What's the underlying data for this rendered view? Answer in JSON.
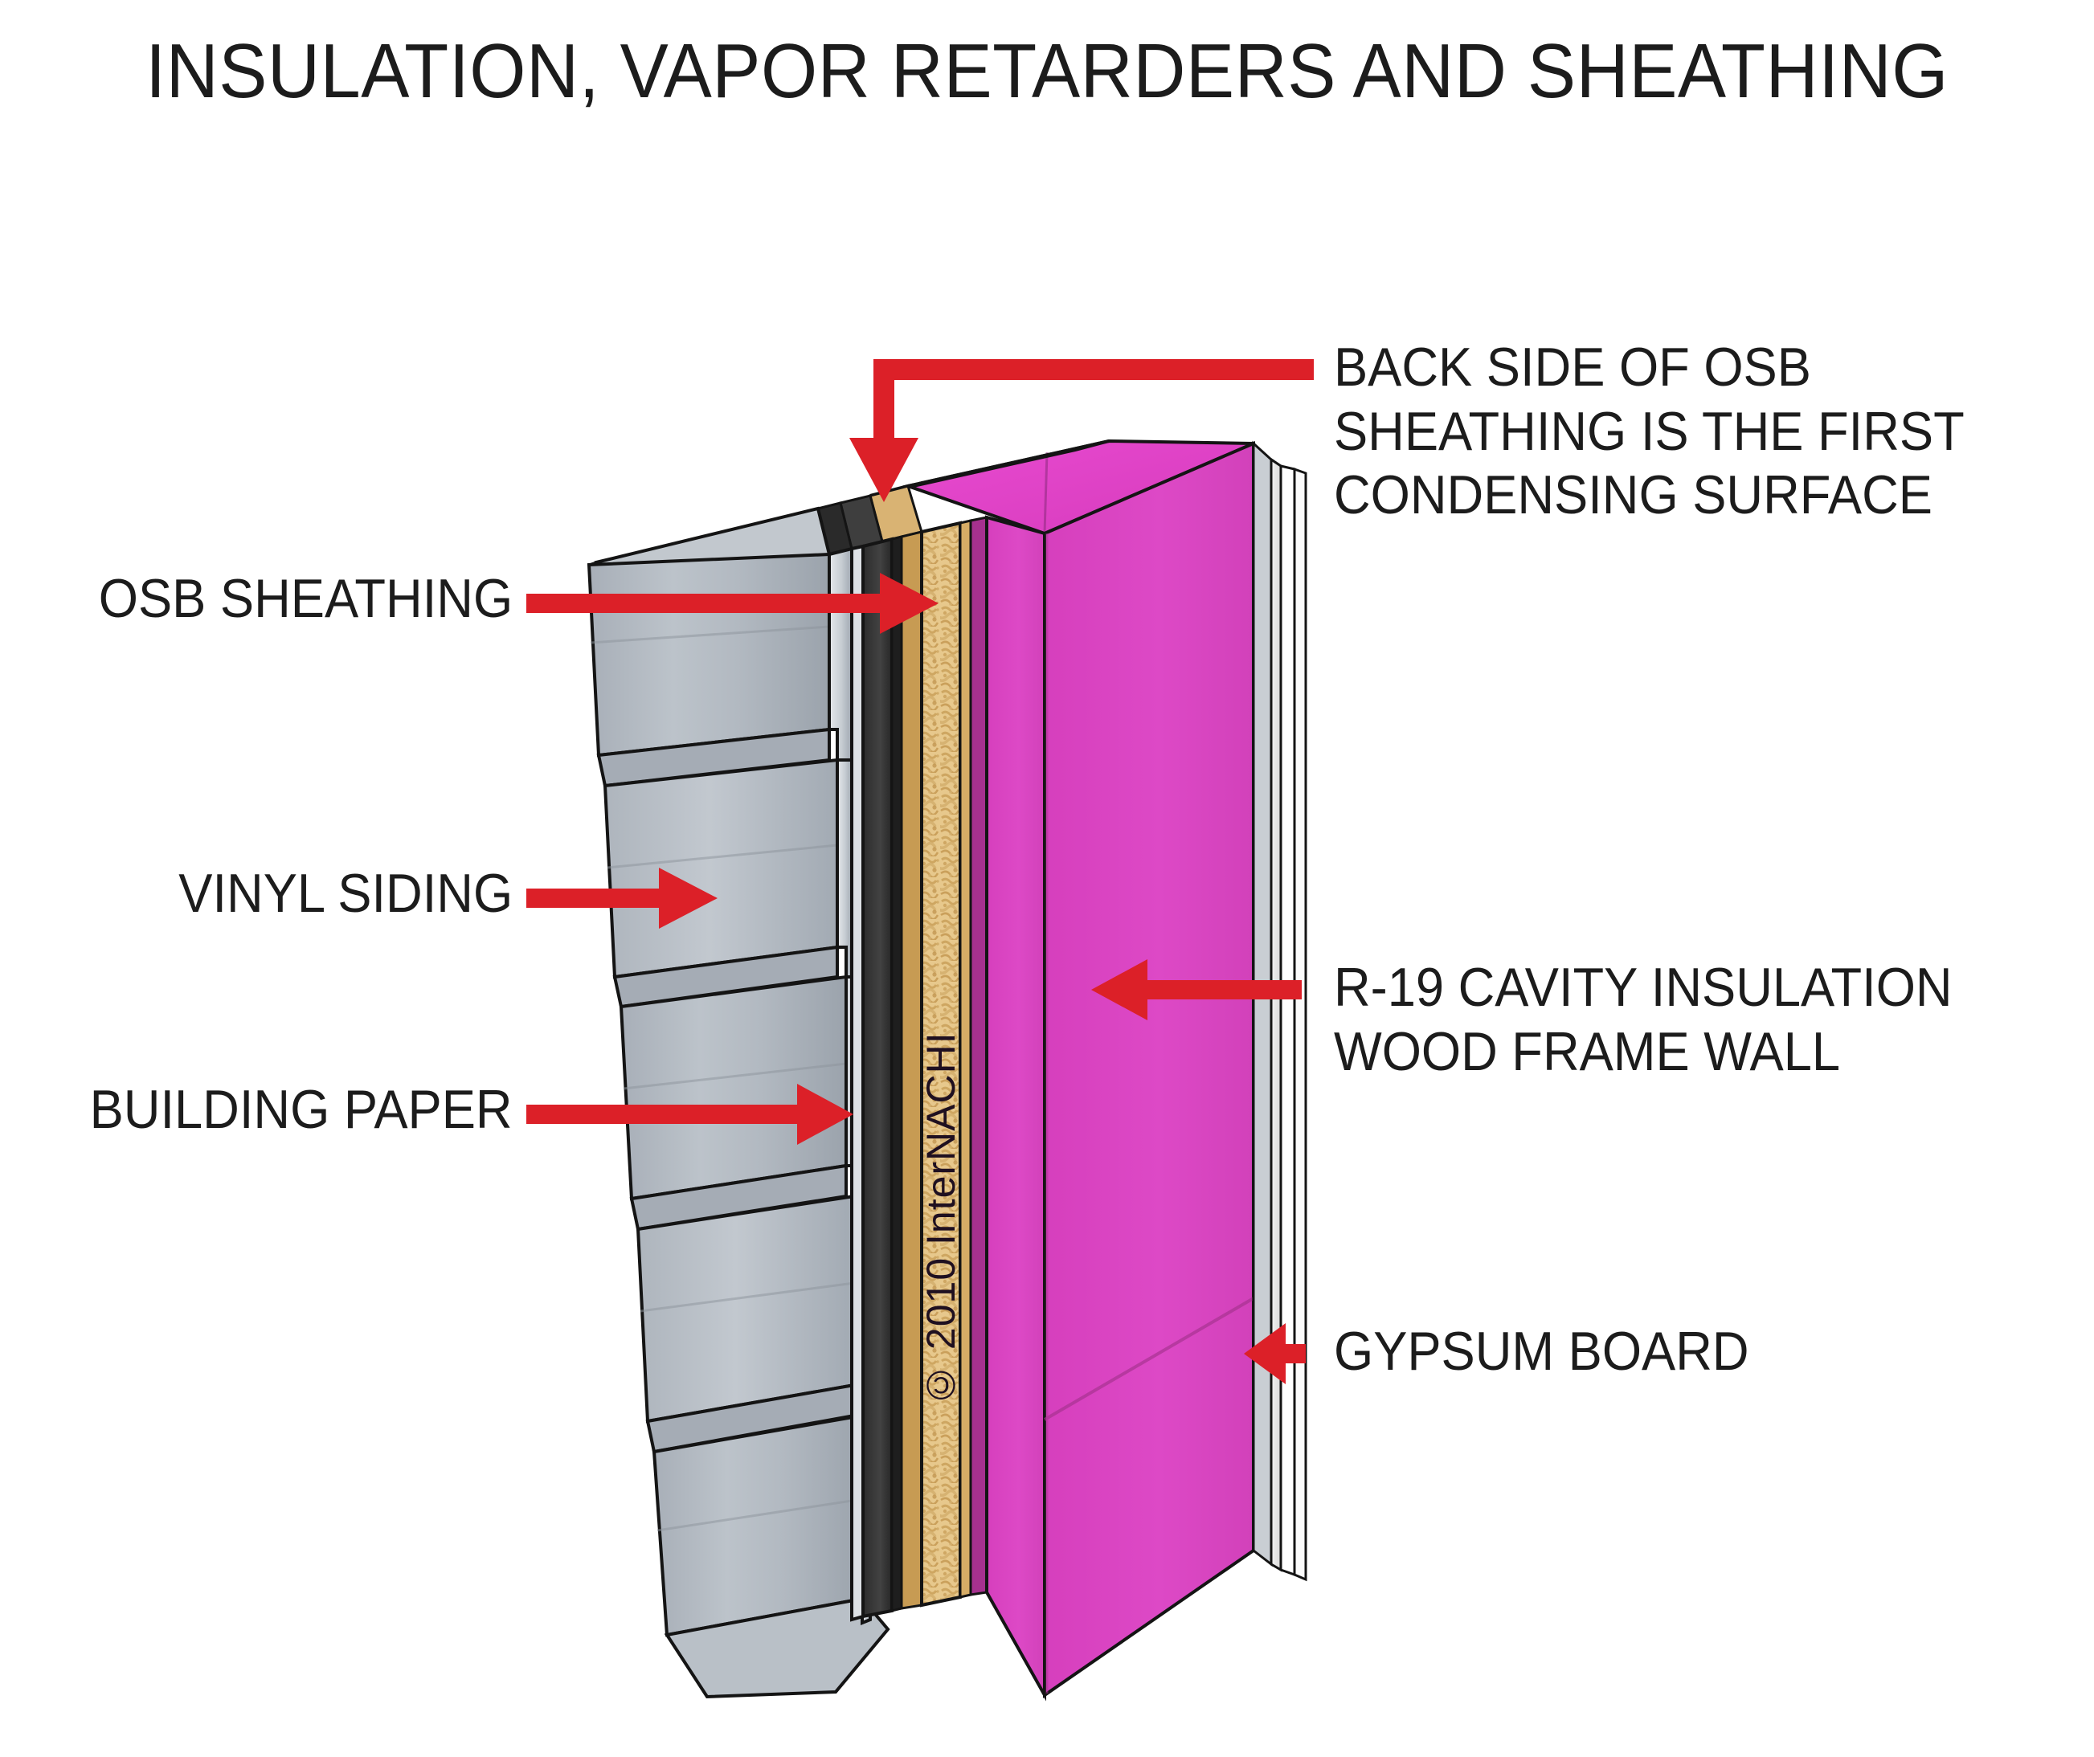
{
  "title": "INSULATION, VAPOR RETARDERS AND SHEATHING",
  "watermark": "© 2010  InterNACHI",
  "colors": {
    "arrow_red": "#DC2028",
    "insulation_magenta": "#D845C1",
    "insulation_magenta_top": "#E23FC9",
    "insulation_magenta_dark": "#B0339C",
    "osb_tan": "#E3C184",
    "osb_tan_dark": "#C9A25C",
    "building_paper_dark": "#3A3A3A",
    "vinyl_siding_gray": "#AFB6BE",
    "vinyl_siding_light": "#D7DBE0",
    "gypsum_white": "#EDEDED",
    "outline_black": "#141414",
    "text_black": "#1C1C1C",
    "background": "#FFFFFF"
  },
  "callouts": [
    {
      "id": "osb-sheathing",
      "label": "OSB SHEATHING",
      "side": "left",
      "arrow": "arrow-right",
      "target": "OSB sheathing layer"
    },
    {
      "id": "vinyl-siding",
      "label": "VINYL SIDING",
      "side": "left",
      "arrow": "arrow-right",
      "target": "Vinyl siding panel"
    },
    {
      "id": "building-paper",
      "label": "BUILDING PAPER",
      "side": "left",
      "arrow": "arrow-right",
      "target": "Building paper layer"
    },
    {
      "id": "back-side-osb",
      "label": "BACK SIDE OF OSB\nSHEATHING IS THE FIRST\nCONDENSING SURFACE",
      "side": "right",
      "arrow": "arrow-elbow-down",
      "target": "Top of wall assembly"
    },
    {
      "id": "r19-cavity-insulation",
      "label": "R-19 CAVITY INSULATION\nWOOD FRAME WALL",
      "side": "right",
      "arrow": "arrow-left",
      "target": "Cavity insulation"
    },
    {
      "id": "gypsum-board",
      "label": "GYPSUM BOARD",
      "side": "right",
      "arrow": "arrow-left",
      "target": "Gypsum board panel"
    }
  ],
  "assembly_layers": [
    {
      "name": "Vinyl siding",
      "color": "#AFB6BE"
    },
    {
      "name": "Building paper",
      "color": "#3A3A3A"
    },
    {
      "name": "OSB sheathing",
      "color": "#E3C184"
    },
    {
      "name": "R-19 cavity insulation",
      "color": "#D845C1"
    },
    {
      "name": "Gypsum board",
      "color": "#EDEDED"
    }
  ]
}
